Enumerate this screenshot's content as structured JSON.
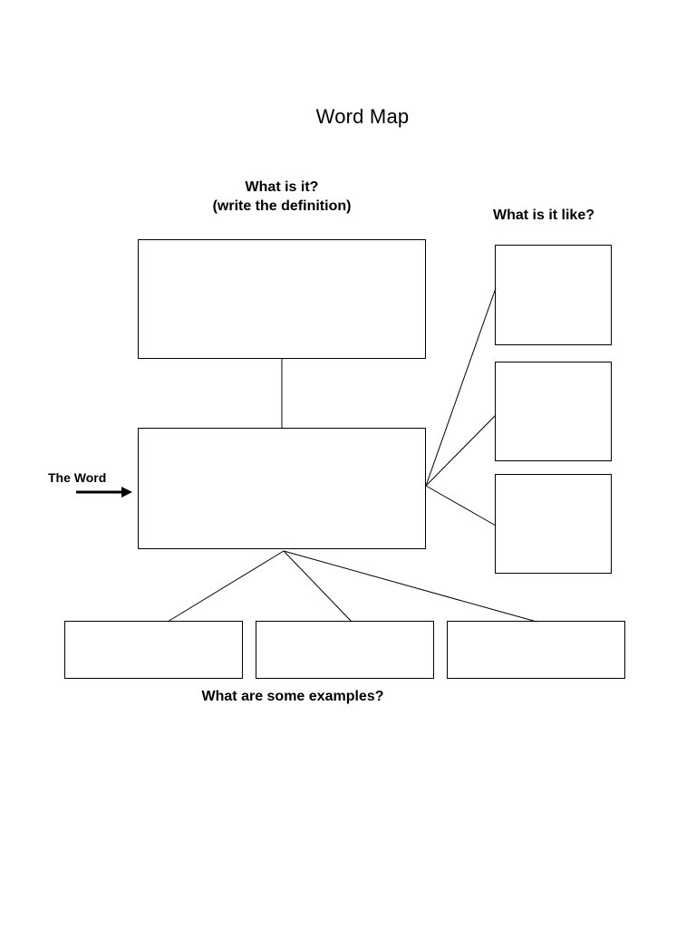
{
  "title": "Word Map",
  "labels": {
    "definition_line1": "What is it?",
    "definition_line2": "(write the definition)",
    "like": "What is it like?",
    "word": "The Word",
    "examples": "What are some examples?"
  }
}
